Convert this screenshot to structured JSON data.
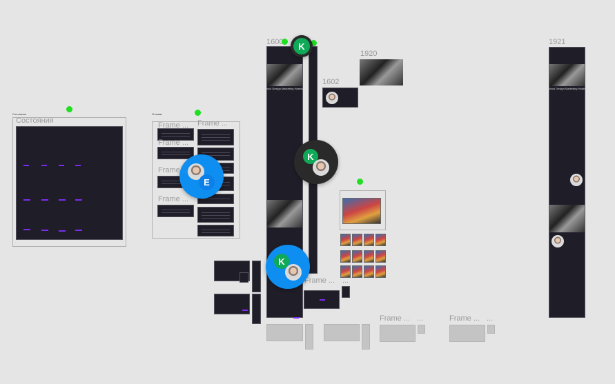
{
  "frames": {
    "states_small_label": "Состояния",
    "states_title": "Состояния",
    "reviews_small_label": "Отзывы",
    "frame_label": "Frame ...",
    "ellipsis": "...",
    "f1600": "1600",
    "f1602": "1602",
    "f1920": "1920",
    "f1921": "1921",
    "page_heading": "School Design Marketing Hardware"
  },
  "collaborators": [
    {
      "initial": "K",
      "color": "#0fa958"
    },
    {
      "initial": "E",
      "color": "#0d7fe8"
    }
  ],
  "colors": {
    "canvas": "#e5e5e5",
    "frame_dark": "#1f1d28",
    "accent": "#7b2cf0",
    "presence_dot": "#1ee01e",
    "selection_blue": "#0d8ef0"
  }
}
